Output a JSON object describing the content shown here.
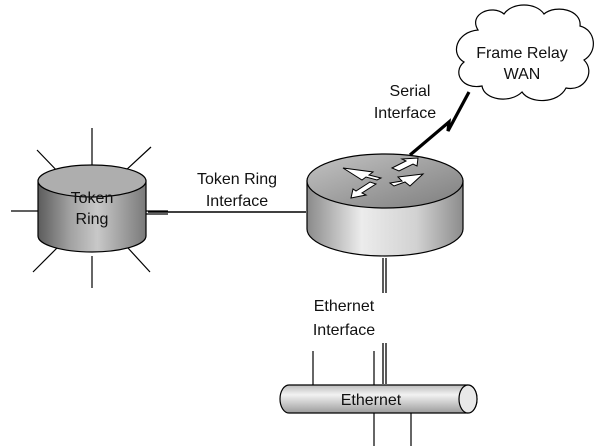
{
  "nodes": {
    "token_ring": {
      "label_lines": [
        "Token",
        "Ring"
      ]
    },
    "router": {
      "name": ""
    },
    "wan_cloud": {
      "label_lines": [
        "Frame Relay",
        "WAN"
      ]
    },
    "ethernet": {
      "label": "Ethernet"
    }
  },
  "links": {
    "serial": {
      "label_lines": [
        "Serial",
        "Interface"
      ]
    },
    "token_ring": {
      "label_lines": [
        "Token Ring",
        "Interface"
      ]
    },
    "ethernet": {
      "label_lines": [
        "Ethernet",
        "Interface"
      ]
    }
  }
}
